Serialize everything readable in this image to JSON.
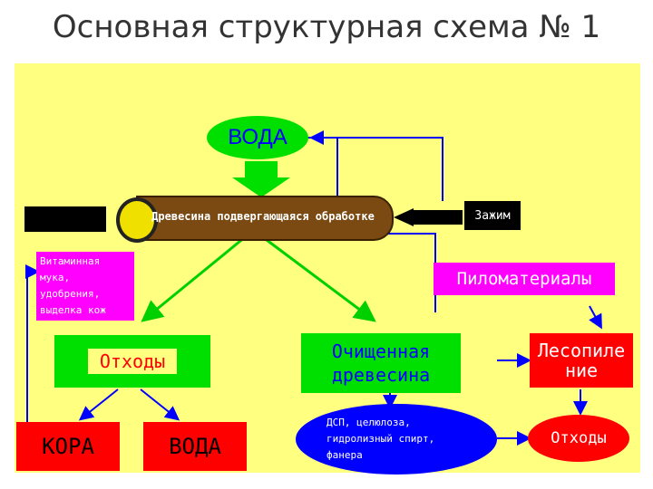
{
  "title": "Основная структурная схема № 1",
  "nodes": {
    "water_top": "ВОДА",
    "wood": "Древесина подвергающаяся обработке",
    "clamp": "Зажим",
    "vitamin": "Витаминная мука, удобрения, выделка кож",
    "lumber": "Пиломатериалы",
    "waste_green": "Отходы",
    "clean_wood": "Очищенная древесина",
    "sawmill": "Лесопиле ние",
    "bark": "КОРА",
    "water_bottom": "ВОДА",
    "products": "ДСП, целюлоза, гидролизный спирт, фанера",
    "waste_red": "Отходы"
  },
  "colors": {
    "panel": "#ffff80",
    "green": "#00e000",
    "blue": "#0000ff",
    "magenta": "#ff00ff",
    "red": "#ff0000",
    "black": "#000000"
  }
}
